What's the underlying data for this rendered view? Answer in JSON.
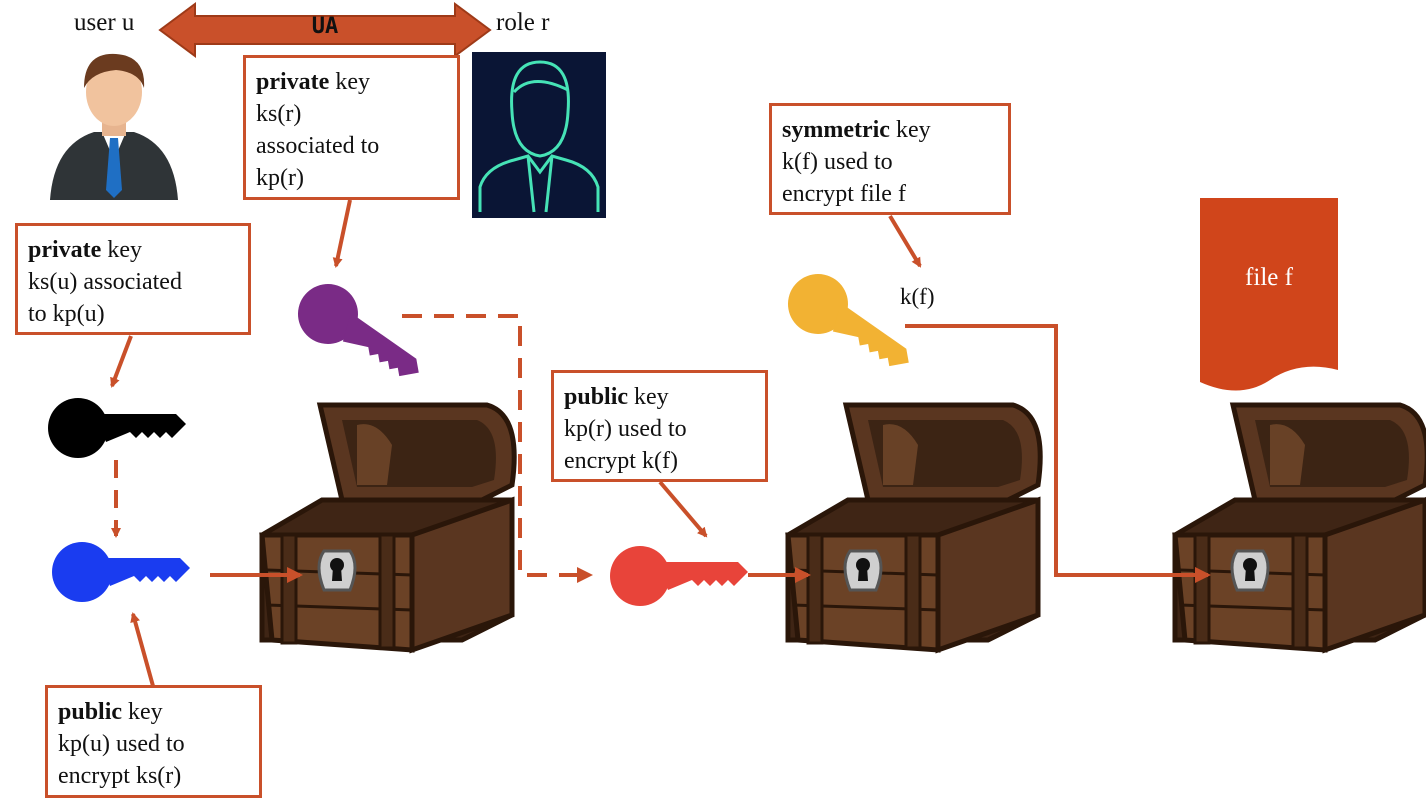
{
  "labels": {
    "user": "user u",
    "role": "role r",
    "ua": "UA",
    "key_kf": "k(f)",
    "file": "file f"
  },
  "boxes": {
    "role_private": {
      "bold": "private",
      "rest": " key",
      "lines": [
        "ks(r)",
        "associated to",
        "kp(r)"
      ]
    },
    "user_private": {
      "bold": "private",
      "rest": " key",
      "lines": [
        "ks(u) associated",
        "to kp(u)"
      ]
    },
    "user_public": {
      "bold": "public",
      "rest": " key",
      "lines": [
        "kp(u) used to",
        "encrypt ks(r)"
      ]
    },
    "role_public": {
      "bold": "public",
      "rest": " key",
      "lines": [
        "kp(r) used to",
        "encrypt k(f)"
      ]
    },
    "symmetric": {
      "bold": "symmetric",
      "rest": " key",
      "lines": [
        "k(f) used to",
        "encrypt file f"
      ]
    }
  },
  "colors": {
    "accent": "#c9502a",
    "key_private_user": "#000000",
    "key_public_user": "#1a3cf0",
    "key_private_role": "#7a2b86",
    "key_public_role": "#e8443a",
    "key_symmetric": "#f2b233",
    "chest_wood": "#6b4226",
    "file_fill": "#d0451b"
  },
  "icons": [
    "user-avatar-icon",
    "role-icon",
    "key-icon",
    "chest-icon",
    "file-icon"
  ]
}
